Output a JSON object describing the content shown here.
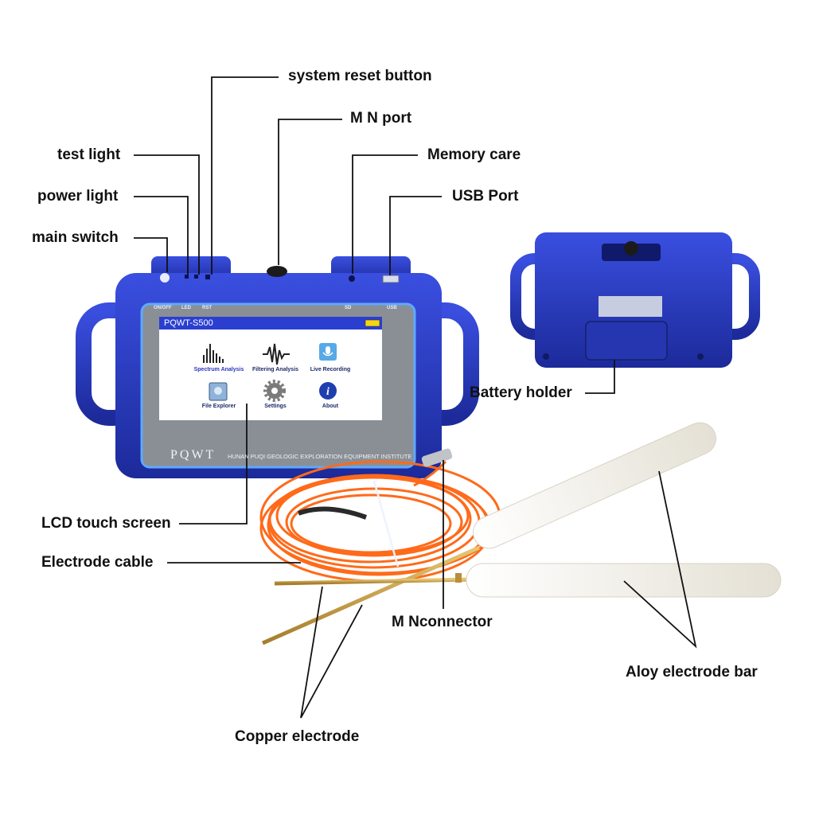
{
  "callouts": {
    "system_reset_button": "system reset button",
    "mn_port": "M N port",
    "test_light": "test light",
    "memory_care": "Memory care",
    "power_light": "power light",
    "usb_port": "USB Port",
    "main_switch": "main switch",
    "battery_holder": "Battery holder",
    "lcd_touch_screen": "LCD touch screen",
    "electrode_cable": "Electrode cable",
    "mn_connector": "M Nconnector",
    "alloy_electrode_bar": "Aloy electrode bar",
    "copper_electrode": "Copper electrode"
  },
  "device": {
    "panel_labels": {
      "on_off": "ON/OFF",
      "led": "LED",
      "rst": "RST",
      "sd": "SD",
      "usb": "USB"
    },
    "screen_title": "PQWT-S500",
    "apps": [
      {
        "label": "Spectrum Analysis",
        "icon": "spectrum-icon"
      },
      {
        "label": "Filtering Analysis",
        "icon": "waveform-icon"
      },
      {
        "label": "Live Recording",
        "icon": "microphone-icon"
      },
      {
        "label": "File Explorer",
        "icon": "folder-icon"
      },
      {
        "label": "Settings",
        "icon": "gear-icon"
      },
      {
        "label": "About",
        "icon": "info-icon"
      }
    ],
    "brand": "PQWT",
    "institute": "HUNAN PUQI GEOLOGIC EXPLORATION EQUIPMENT INSTITUTE"
  },
  "colors": {
    "device_blue": "#2d3fc4",
    "device_dark": "#1a2690",
    "bezel_gray": "#8a8f96",
    "screen_white": "#ffffff",
    "title_bar": "#2a3fd0",
    "cable_orange": "#ff6a1a",
    "copper": "#c9a24a",
    "handle_white": "#f2efe6",
    "line": "#111111"
  }
}
